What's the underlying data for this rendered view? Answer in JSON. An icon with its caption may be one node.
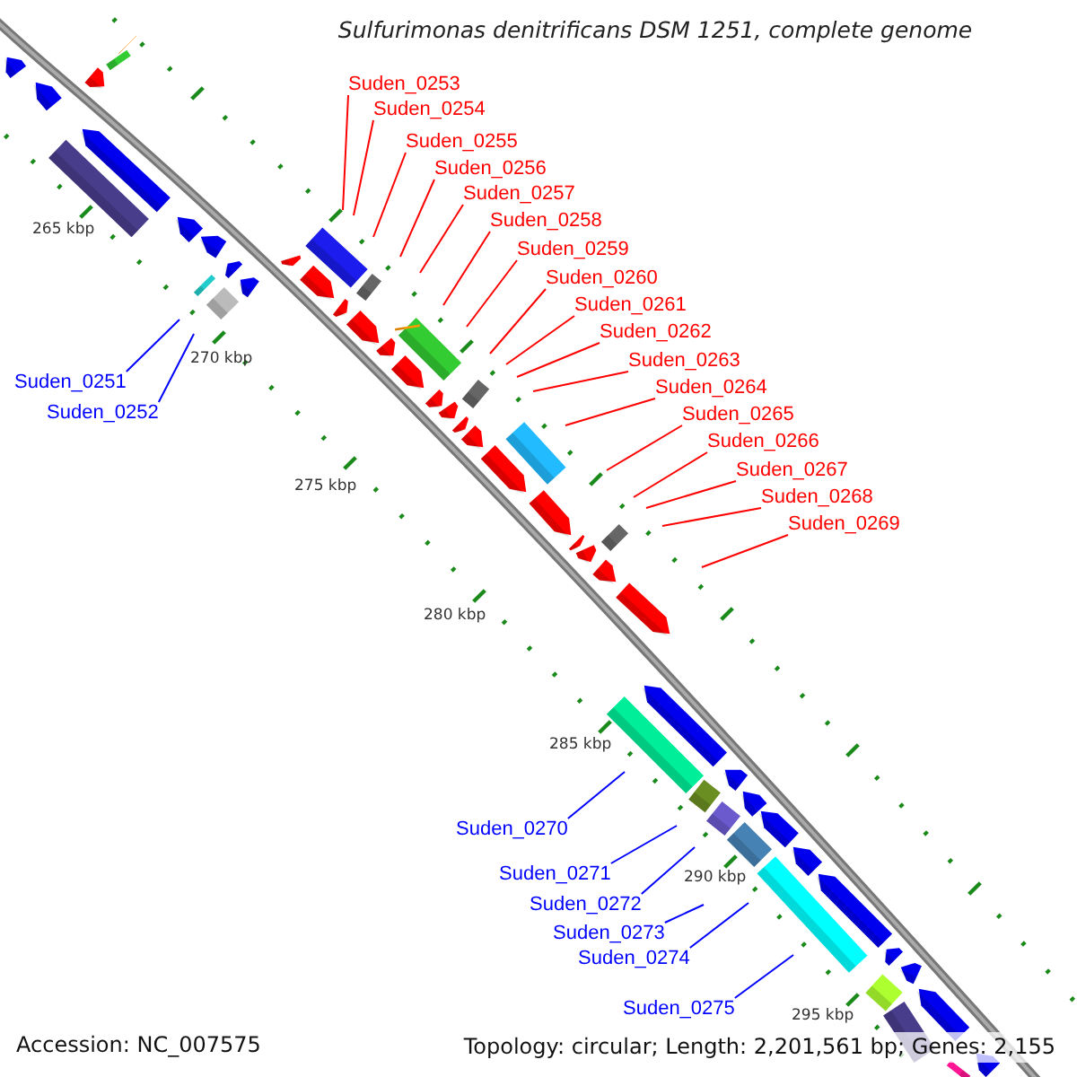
{
  "diagram": {
    "title": "Sulfurimonas denitrificans DSM 1251, complete genome",
    "nodes": [
      {
        "text": [
          "Suden_0251"
        ]
      },
      {
        "text": [
          "Suden_0252"
        ]
      },
      {
        "text": [
          "Suden_0253"
        ]
      },
      {
        "text": [
          "Suden_0254"
        ]
      },
      {
        "text": [
          "Suden_0255"
        ]
      },
      {
        "text": [
          "Suden_0256"
        ]
      },
      {
        "text": [
          "Suden_0257"
        ]
      },
      {
        "text": [
          "Suden_0258"
        ]
      },
      {
        "text": [
          "Suden_0259"
        ]
      },
      {
        "text": [
          "Suden_0260"
        ]
      },
      {
        "text": [
          "Suden_0261"
        ]
      },
      {
        "text": [
          "Suden_0262"
        ]
      },
      {
        "text": [
          "Suden_0263"
        ]
      },
      {
        "text": [
          "Suden_0264"
        ]
      },
      {
        "text": [
          "Suden_0265"
        ]
      },
      {
        "text": [
          "Suden_0266"
        ]
      },
      {
        "text": [
          "Suden_0267"
        ]
      },
      {
        "text": [
          "Suden_0268"
        ]
      },
      {
        "text": [
          "Suden_0269"
        ]
      },
      {
        "text": [
          "Suden_0270"
        ]
      },
      {
        "text": [
          "Suden_0271"
        ]
      },
      {
        "text": [
          "Suden_0272"
        ]
      },
      {
        "text": [
          "Suden_0273"
        ]
      },
      {
        "text": [
          "Suden_0274"
        ]
      },
      {
        "text": [
          "Suden_0275"
        ]
      }
    ],
    "edges": [
      {
        "from": 0,
        "to": null,
        "arrow": "none",
        "color": "#0000ff"
      },
      {
        "from": 1,
        "to": null,
        "arrow": "none",
        "color": "#0000ff"
      },
      {
        "from": 2,
        "to": null,
        "arrow": "none"
      },
      {
        "from": 3,
        "to": null,
        "arrow": "none"
      },
      {
        "from": 4,
        "to": null,
        "arrow": "none"
      },
      {
        "from": 5,
        "to": null,
        "arrow": "none"
      },
      {
        "from": 6,
        "to": null,
        "arrow": "none"
      },
      {
        "from": 7,
        "to": null,
        "arrow": "none"
      },
      {
        "from": 8,
        "to": null,
        "arrow": "none"
      },
      {
        "from": 9,
        "to": null,
        "arrow": "none"
      },
      {
        "from": 10,
        "to": null,
        "arrow": "none"
      },
      {
        "from": 11,
        "to": null,
        "arrow": "none"
      },
      {
        "from": 12,
        "to": null,
        "arrow": "none"
      },
      {
        "from": 13,
        "to": null,
        "arrow": "none"
      },
      {
        "from": 14,
        "to": null,
        "arrow": "none"
      },
      {
        "from": 15,
        "to": null,
        "arrow": "none"
      },
      {
        "from": 16,
        "to": null,
        "arrow": "none"
      },
      {
        "from": 17,
        "to": null,
        "arrow": "none"
      },
      {
        "from": 18,
        "to": null,
        "arrow": "none"
      },
      {
        "from": 19,
        "to": null,
        "arrow": "none",
        "color": "#0000ff"
      },
      {
        "from": 20,
        "to": null,
        "arrow": "none",
        "color": "#0000ff"
      },
      {
        "from": 21,
        "to": null,
        "arrow": "none",
        "color": "#0000ff"
      },
      {
        "from": 22,
        "to": null,
        "arrow": "none",
        "color": "#0000ff"
      },
      {
        "from": 23,
        "to": null,
        "arrow": "none",
        "color": "#0000ff"
      },
      {
        "from": 24,
        "to": null,
        "arrow": "none",
        "color": "#0000ff"
      }
    ],
    "labels": [
      "265 kbp",
      "270 kbp",
      "275 kbp",
      "280 kbp",
      "285 kbp",
      "290 kbp",
      "295 kbp",
      "Accession: NC_007575",
      "Topology: circular; Length: 2,201,561 bp; Genes: 2,155"
    ]
  }
}
